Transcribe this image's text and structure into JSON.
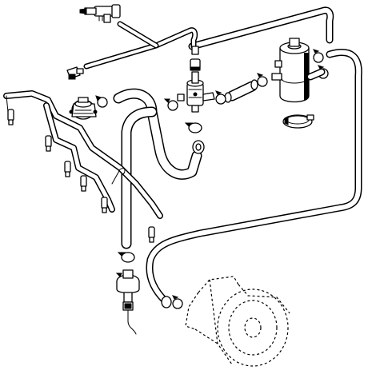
{
  "diagram": {
    "components": [
      "fuel-injector-rail",
      "fuel-pressure-regulator",
      "damper",
      "fuel-filter",
      "filter-clamp",
      "fuel-pump",
      "check-valve",
      "vacuum-valve",
      "hose-clamps",
      "fuel-hoses"
    ]
  }
}
